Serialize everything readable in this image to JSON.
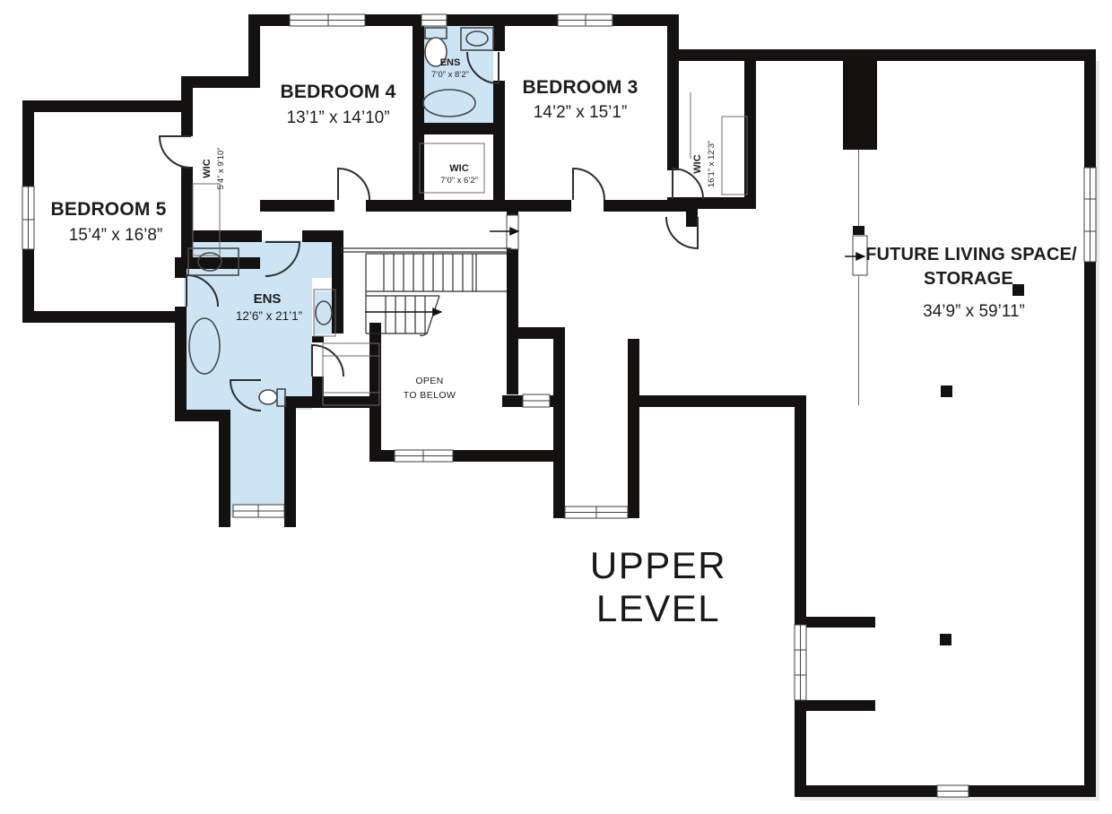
{
  "colors": {
    "wall": "#141210",
    "bathroom_fill": "#cde4f5",
    "line": "#3f3f3f",
    "text": "#1c1c1c",
    "background": "#ffffff"
  },
  "floor_label": {
    "line1": "UPPER",
    "line2": "LEVEL"
  },
  "rooms": [
    {
      "id": "bedroom-5",
      "name": "BEDROOM 5",
      "dims": "15’4” x 16’8”"
    },
    {
      "id": "bedroom-4",
      "name": "BEDROOM 4",
      "dims": "13’1” x 14’10”"
    },
    {
      "id": "bedroom-3",
      "name": "BEDROOM 3",
      "dims": "14’2” x 15’1”"
    },
    {
      "id": "ensuite-upper",
      "name": "ENS",
      "dims": "7’0” x 8’2”"
    },
    {
      "id": "wic-bedroom4",
      "name": "WIC",
      "dims": "7’0” x 6’2”"
    },
    {
      "id": "wic-bedroom5",
      "name": "WIC",
      "dims": "5’4” x 9’10”"
    },
    {
      "id": "wic-bedroom3",
      "name": "WIC",
      "dims": "16’1” x 12’3”"
    },
    {
      "id": "ensuite-master",
      "name": "ENS",
      "dims": "12’6” x 21’1”"
    },
    {
      "id": "open-to-below",
      "line1": "OPEN",
      "line2": "TO BELOW"
    },
    {
      "id": "future-space",
      "name_line1": "FUTURE LIVING SPACE/",
      "name_line2": "STORAGE",
      "dims": "34’9” x 59’11”"
    }
  ]
}
